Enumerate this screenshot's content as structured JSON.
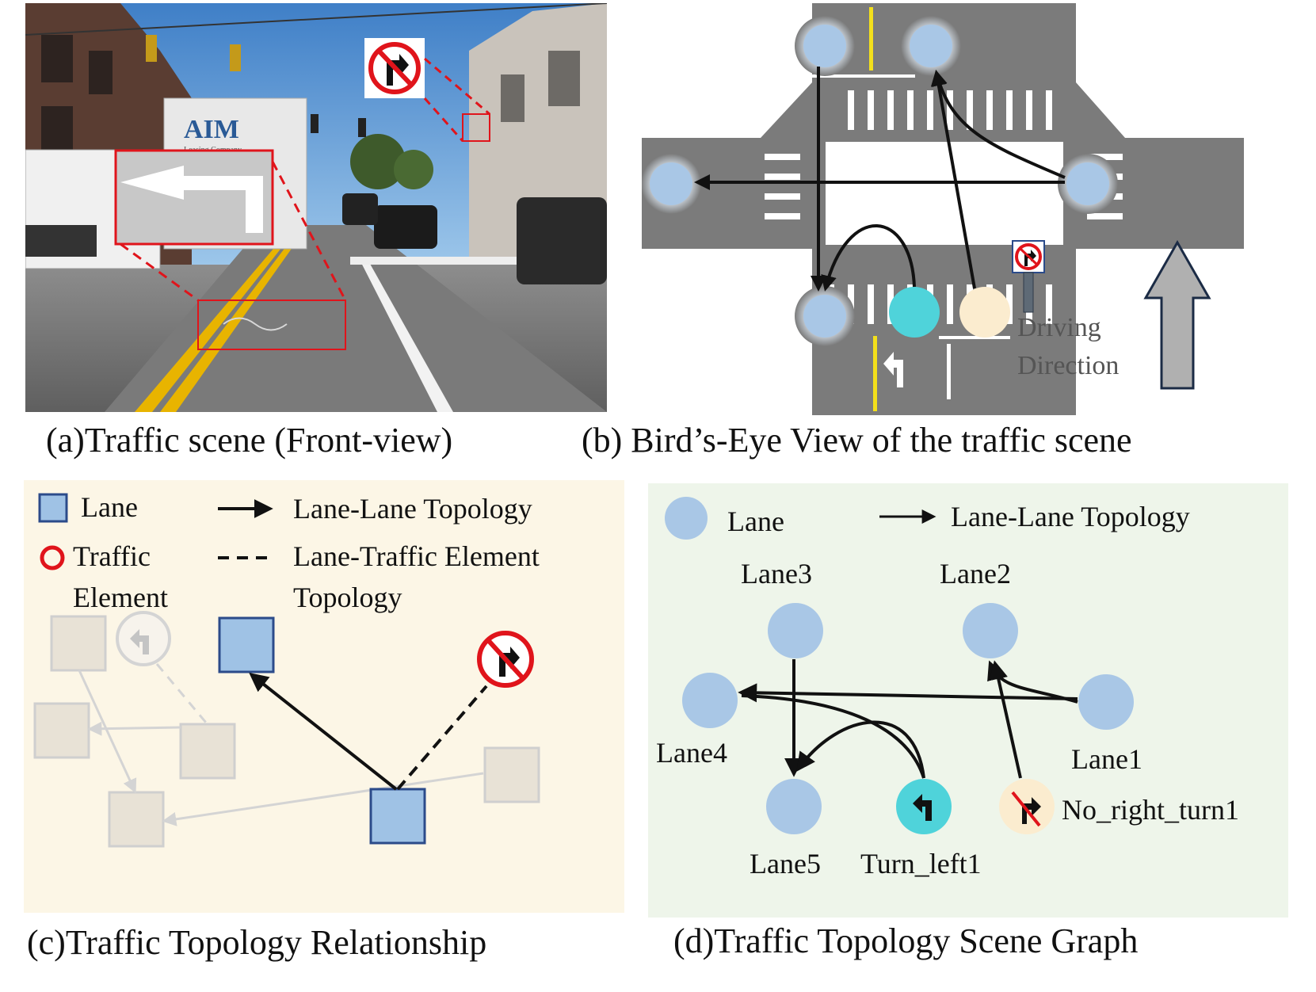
{
  "colors": {
    "lane_node": "#a9c7e6",
    "lane_square": "#9fc2e5",
    "lane_square_border": "#2b4b8a",
    "turn_left_node": "#4fd3da",
    "no_right_turn_node": "#fbeccf",
    "panel_c_bg": "#fcf6e6",
    "panel_d_bg": "#eef5ea",
    "road": "#7b7b7b",
    "sign_red": "#e0141b",
    "yellow_line": "#f3e01b"
  },
  "captions": {
    "a": "(a)Traffic scene (Front-view)",
    "b": "(b) Bird’s-Eye View of the traffic scene",
    "c": "(c)Traffic Topology Relationship",
    "d": "(d)Traffic Topology Scene Graph"
  },
  "panel_a": {
    "truck_text": "AIM",
    "truck_subtext": "Leasing Company"
  },
  "panel_b": {
    "driving_direction_line1": "Driving",
    "driving_direction_line2": "Direction"
  },
  "panel_c": {
    "legend": {
      "lane": "Lane",
      "lane_lane_topology": "Lane-Lane Topology",
      "traffic_element_line1": "Traffic",
      "traffic_element_line2": "Element",
      "lane_te_topology_line1": "Lane-Traffic Element",
      "lane_te_topology_line2": "Topology"
    }
  },
  "panel_d": {
    "legend": {
      "lane": "Lane",
      "lane_lane_topology": "Lane-Lane Topology"
    },
    "nodes": {
      "lane1": "Lane1",
      "lane2": "Lane2",
      "lane3": "Lane3",
      "lane4": "Lane4",
      "lane5": "Lane5",
      "turn_left1": "Turn_left1",
      "no_right_turn1": "No_right_turn1"
    }
  }
}
